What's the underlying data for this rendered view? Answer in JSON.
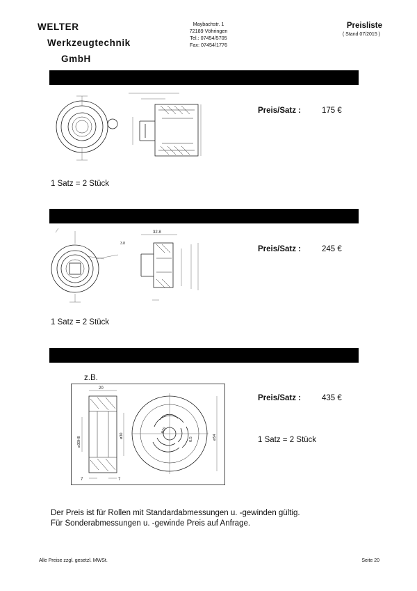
{
  "company": {
    "line1": "WELTER",
    "line2": "Werkzeugtechnik",
    "line3": "GmbH"
  },
  "address": {
    "street": "Maybachstr. 1",
    "city": "72189 Vöhringen",
    "tel": "Tel.: 07454/5705",
    "fax": "Fax: 07454/1776"
  },
  "header": {
    "title": "Preisliste",
    "stand": "( Stand 07/2015 )"
  },
  "sections": [
    {
      "price_label": "Preis/Satz :",
      "price": "175 €",
      "note": "1 Satz = 2 Stück"
    },
    {
      "price_label": "Preis/Satz :",
      "price": "245 €",
      "note": "1 Satz = 2 Stück"
    },
    {
      "price_label": "Preis/Satz :",
      "price": "435 €",
      "note": "1 Satz = 2 Stück",
      "example": "z.B.",
      "dims": {
        "width": "20",
        "bore1": "ø30H8",
        "bore2": "ø30",
        "outer": "ø54",
        "r": "ø26",
        "slot": "6.5",
        "edge_l": "7",
        "edge_r": "7"
      }
    }
  ],
  "drawing2": {
    "d1": "32.8",
    "d2": "3.8"
  },
  "info": {
    "line1": "Der Preis ist für Rollen mit Standardabmessungen u. -gewinden gültig.",
    "line2": "Für Sonderabmessungen u. -gewinde Preis auf Anfrage."
  },
  "footer": {
    "left": "Alle Preise zzgl. gesetzl. MWSt.",
    "right": "Seite 20"
  }
}
